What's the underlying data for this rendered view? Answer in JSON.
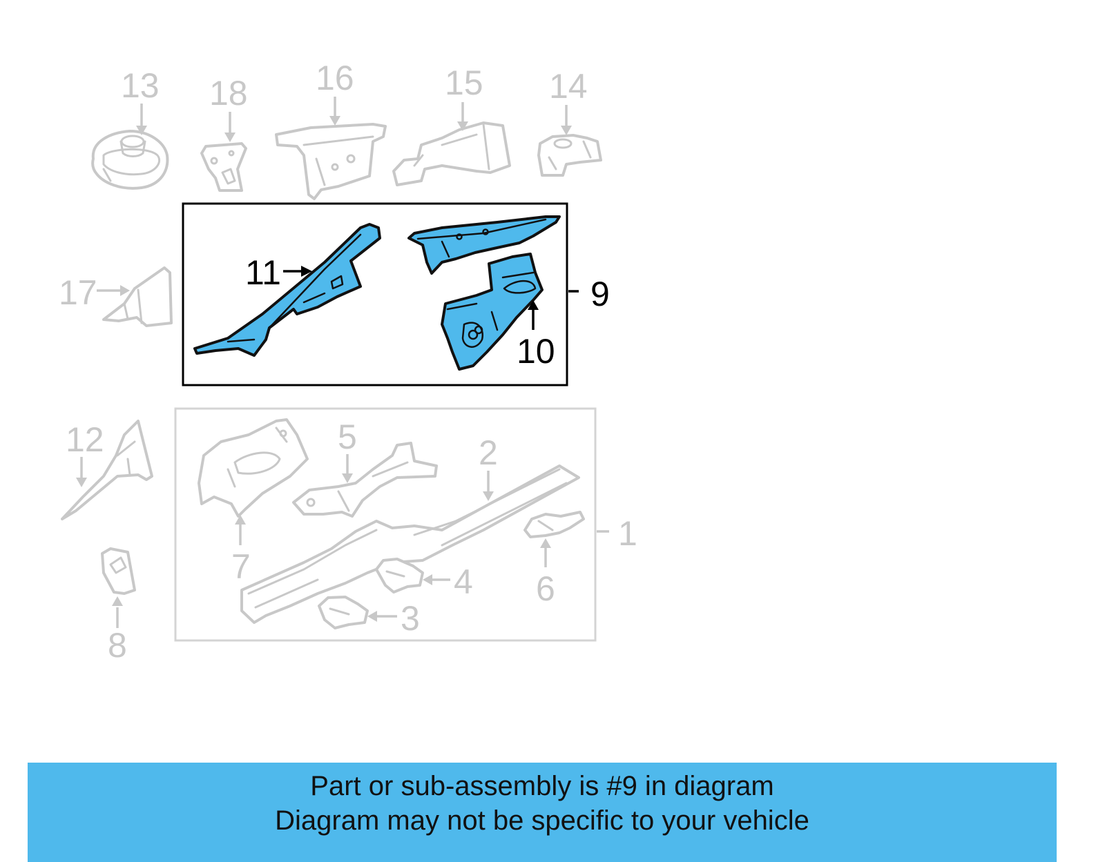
{
  "diagram": {
    "highlight_color": "#4fb9ec",
    "callouts": {
      "c1": "1",
      "c2": "2",
      "c3": "3",
      "c4": "4",
      "c5": "5",
      "c6": "6",
      "c7": "7",
      "c8": "8",
      "c9": "9",
      "c10": "10",
      "c11": "11",
      "c12": "12",
      "c13": "13",
      "c14": "14",
      "c15": "15",
      "c16": "16",
      "c17": "17",
      "c18": "18"
    }
  },
  "banner": {
    "background": "#4fb9ec",
    "line1": "Part or sub-assembly is #9 in diagram",
    "line2": "Diagram may not be specific to your vehicle"
  }
}
